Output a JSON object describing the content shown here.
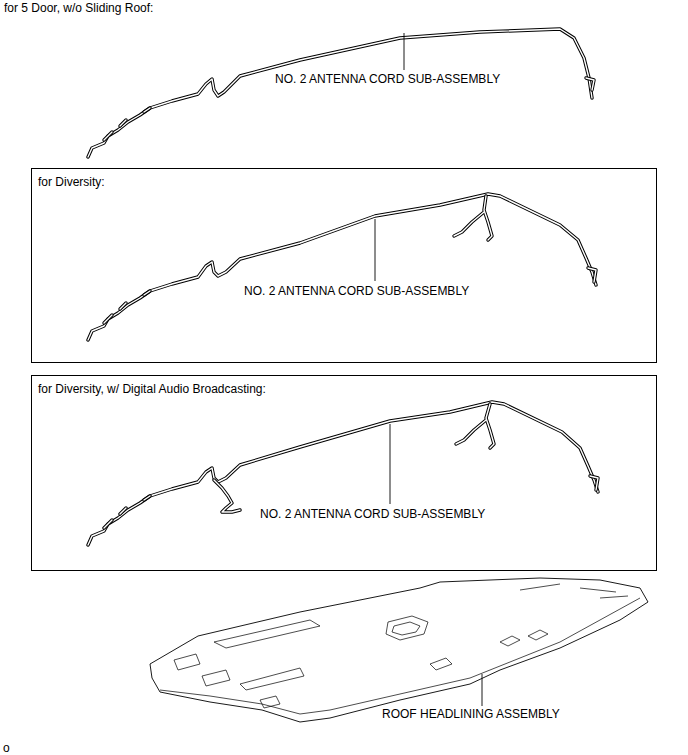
{
  "diagram": {
    "nodes": [
      {
        "text": [
          "for Diversity:",
          "NO. 2 ANTENNA CORD SUB-ASSEMBLY"
        ]
      },
      {
        "text": [
          "for Diversity, w/ Digital Audio Broadcasting:",
          "NO. 2 ANTENNA CORD SUB-ASSEMBLY"
        ]
      }
    ],
    "labels": [
      "for 5 Door, w/o Sliding Roof:",
      "NO. 2 ANTENNA CORD SUB-ASSEMBLY",
      "ROOF HEADLINING ASSEMBLY",
      "o"
    ]
  }
}
